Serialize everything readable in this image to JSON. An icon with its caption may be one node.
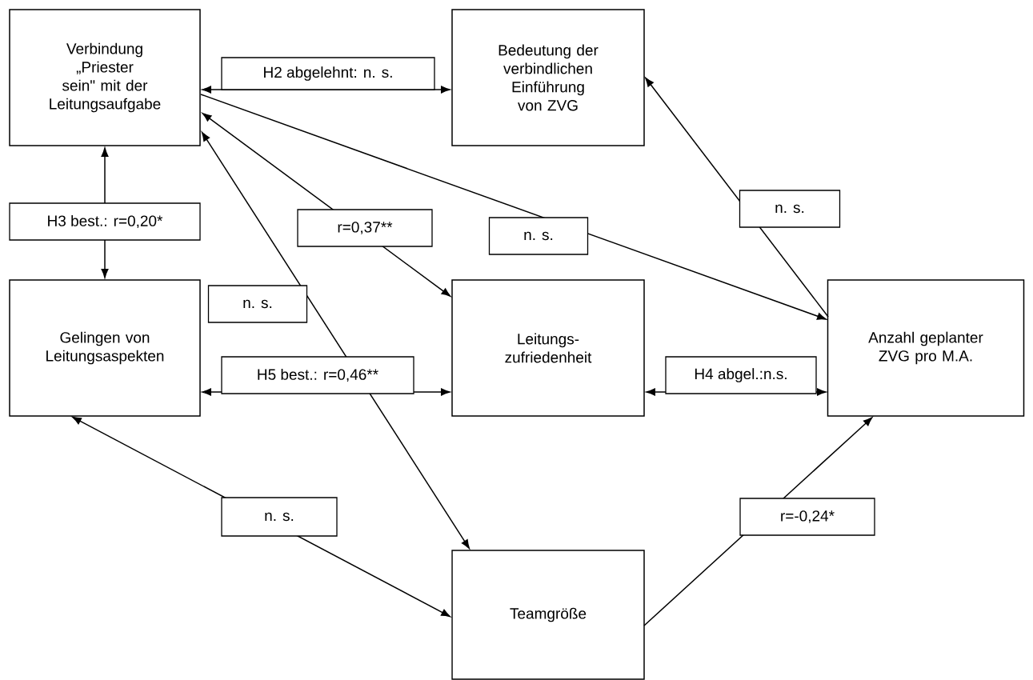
{
  "diagram": {
    "nodes": [
      {
        "text": [
          "Verbindung „Priester sein\" mit der Leitungsaufgabe"
        ]
      },
      {
        "text": [
          "Bedeutung der verbindlichen Einführung von ZVG"
        ]
      },
      {
        "text": [
          "Gelingen von Leitungsaspekten"
        ]
      },
      {
        "text": [
          "Leitungs- zufriedenheit"
        ]
      },
      {
        "text": [
          "Anzahl geplanter ZVG pro M.A."
        ]
      },
      {
        "text": [
          "Teamgröße"
        ]
      }
    ],
    "edges": [
      {
        "from": 0,
        "to": 1,
        "arrow": "both",
        "label": "H2 abgelehnt: n. s."
      },
      {
        "from": 0,
        "to": 2,
        "arrow": "both",
        "label": "H3 best.: r=0,20*"
      },
      {
        "from": 0,
        "to": 3,
        "arrow": "both",
        "label": "r=0,37**"
      },
      {
        "from": 0,
        "to": 4,
        "arrow": "to",
        "label": "n. s."
      },
      {
        "from": 4,
        "to": 1,
        "arrow": "to",
        "label": "n. s."
      },
      {
        "from": 5,
        "to": 0,
        "arrow": "both",
        "label": "n. s."
      },
      {
        "from": 2,
        "to": 3,
        "arrow": "both",
        "label": "H5 best.: r=0,46**"
      },
      {
        "from": 3,
        "to": 4,
        "arrow": "both",
        "label": "H4 abgel.:n.s."
      },
      {
        "from": 2,
        "to": 5,
        "arrow": "both",
        "label": "n. s."
      },
      {
        "from": 5,
        "to": 4,
        "arrow": "to",
        "label": "r=-0,24*"
      }
    ]
  }
}
